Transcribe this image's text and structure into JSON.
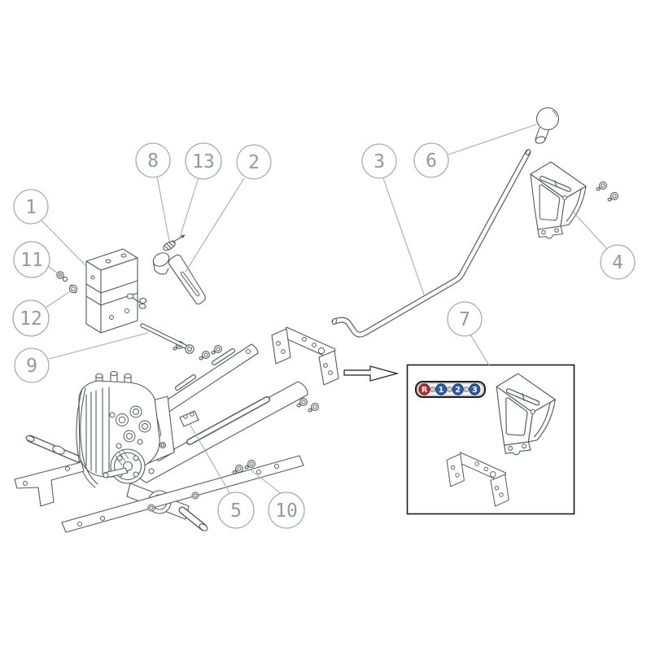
{
  "palette": {
    "line": "#575b5e",
    "callout_line": "#a8abad",
    "callout_text": "#96999c",
    "box_border": "#1c1c1c",
    "decal_red": "#c0272d",
    "decal_blue": "#2a5caa",
    "decal_dot": "#c9c9c9"
  },
  "callouts": {
    "c1": "1",
    "c2": "2",
    "c3": "3",
    "c4": "4",
    "c5": "5",
    "c6": "6",
    "c7": "7",
    "c8": "8",
    "c9": "9",
    "c10": "10",
    "c11": "11",
    "c12": "12",
    "c13": "13"
  },
  "detail_decal": {
    "reverse": "R",
    "speeds": [
      "1",
      "2",
      "3"
    ],
    "dot_count": 3
  }
}
